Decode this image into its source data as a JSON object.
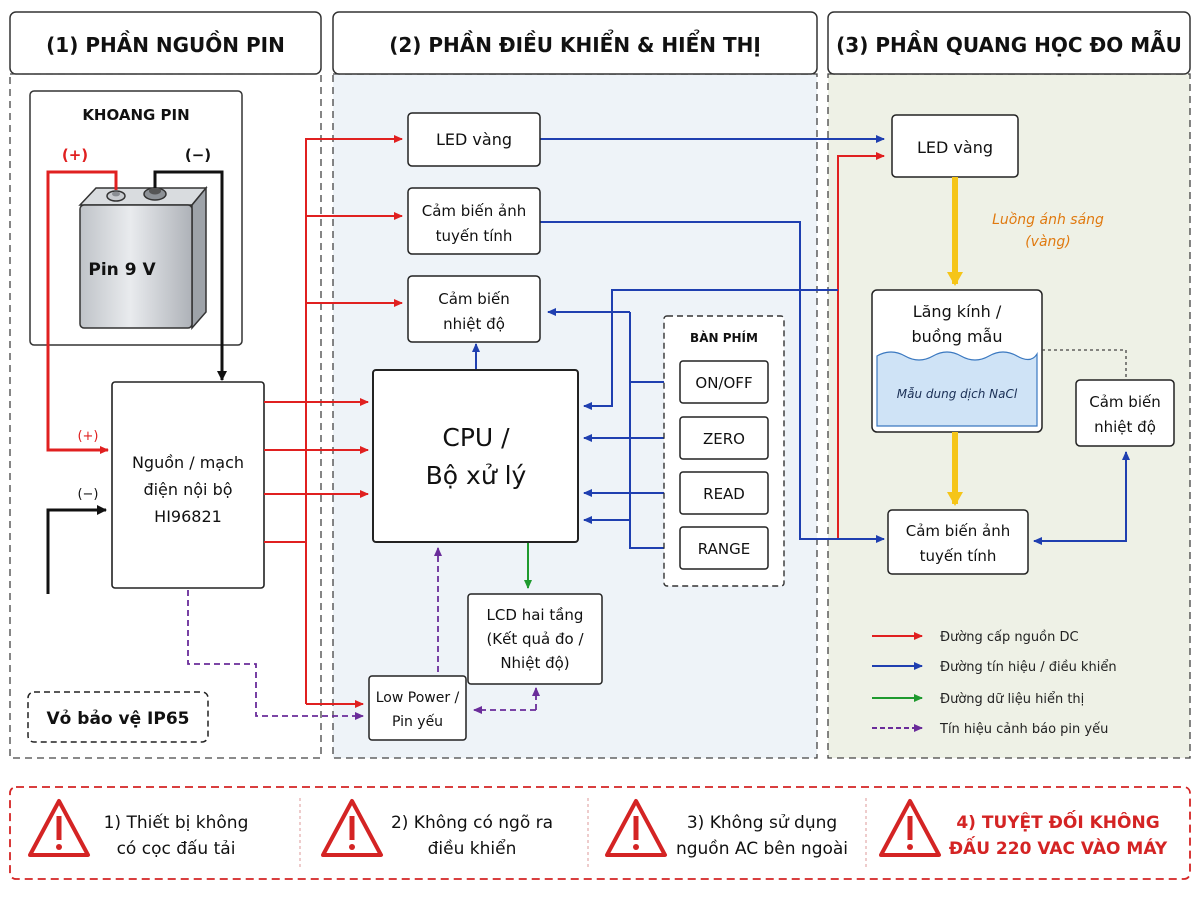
{
  "sections": {
    "power": {
      "title": "(1) PHẦN NGUỒN PIN"
    },
    "control": {
      "title": "(2) PHẦN ĐIỀU KHIỂN & HIỂN THỊ"
    },
    "optics": {
      "title": "(3) PHẦN QUANG HỌC ĐO MẪU"
    }
  },
  "battery": {
    "compartment_label": "KHOANG PIN",
    "plus_label": "(+)",
    "minus_label": "(−)",
    "battery_label": "Pin 9 V"
  },
  "power_block": {
    "lines": [
      "Nguồn / mạch",
      "điện nội bộ",
      "HI96821"
    ],
    "plus_in": "(+)",
    "minus_in": "(−)"
  },
  "enclosure_label": "Vỏ bảo vệ IP65",
  "control": {
    "led": "LED vàng",
    "image_sensor": [
      "Cảm biến ảnh",
      "tuyến tính"
    ],
    "temp_sensor": [
      "Cảm biến",
      "nhiệt độ"
    ],
    "cpu": [
      "CPU /",
      "Bộ xử lý"
    ],
    "lcd": [
      "LCD hai tầng",
      "(Kết quả đo /",
      "Nhiệt độ)"
    ],
    "low_power": [
      "Low Power /",
      "Pin yếu"
    ],
    "keypad": {
      "title": "BÀN PHÍM",
      "keys": [
        "ON/OFF",
        "ZERO",
        "READ",
        "RANGE"
      ]
    }
  },
  "optics": {
    "led": "LED vàng",
    "light_label": [
      "Luồng ánh sáng",
      "(vàng)"
    ],
    "prism": [
      "Lăng kính /",
      "buồng mẫu"
    ],
    "sample": "Mẫu dung dịch NaCl",
    "temp_sensor": [
      "Cảm biến",
      "nhiệt độ"
    ],
    "image_sensor": [
      "Cảm biến ảnh",
      "tuyến tính"
    ]
  },
  "legend": [
    {
      "label": "Đường cấp nguồn DC",
      "color": "#e02020",
      "style": "solid"
    },
    {
      "label": "Đường tín hiệu / điều khiển",
      "color": "#1f3fb0",
      "style": "solid"
    },
    {
      "label": "Đường dữ liệu hiển thị",
      "color": "#1e9a2e",
      "style": "solid"
    },
    {
      "label": "Tín hiệu cảnh báo pin yếu",
      "color": "#6a2c9a",
      "style": "dashed"
    }
  ],
  "warnings": [
    {
      "lines": [
        "1) Thiết bị không",
        "có cọc đấu tải"
      ],
      "emphasis": false
    },
    {
      "lines": [
        "2) Không có ngõ ra",
        "điều khiển"
      ],
      "emphasis": false
    },
    {
      "lines": [
        "3) Không sử dụng",
        "nguồn AC bên ngoài"
      ],
      "emphasis": false
    },
    {
      "lines": [
        "4) TUYỆT ĐỐI KHÔNG",
        "ĐẤU 220 VAC VÀO MÁY"
      ],
      "emphasis": true
    }
  ],
  "colors": {
    "power": "#e02020",
    "signal": "#1f3fb0",
    "display": "#1e9a2e",
    "warning": "#6a2c9a",
    "light": "#f5c518",
    "light_text": "#e07a10",
    "alert": "#d42424",
    "control_bg": "#eef3f8",
    "optics_bg": "#eef1e6"
  }
}
